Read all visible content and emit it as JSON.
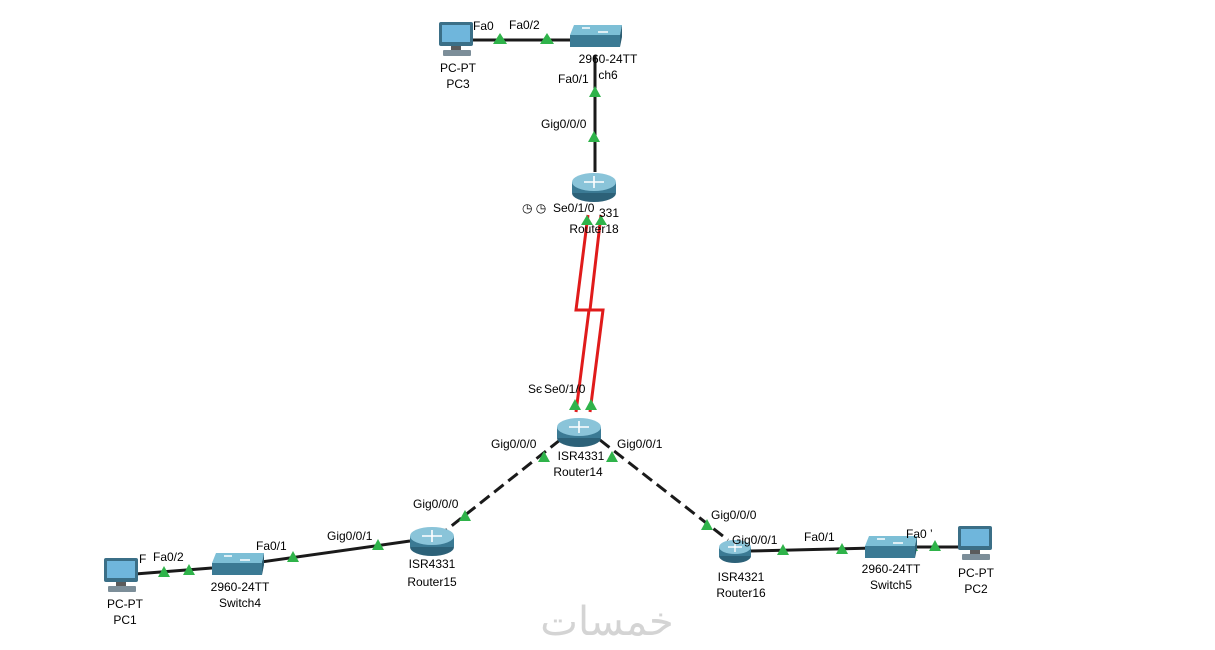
{
  "colors": {
    "cable": "#1a1a1a",
    "serial": "#e01b1b",
    "link_ok": "#2fb34a",
    "device_body": "#4a8fa8",
    "screen": "#6fb6dc"
  },
  "devices": {
    "pc3": {
      "model": "PC-PT",
      "name": "PC3"
    },
    "switch6": {
      "model": "2960-24TT",
      "name": "ch6"
    },
    "router18": {
      "model": "331",
      "name": "Router18"
    },
    "router14": {
      "model": "ISR4331",
      "name": "Router14"
    },
    "router15": {
      "model": "ISR4331",
      "name": "Router15"
    },
    "router16": {
      "model": "ISR4321",
      "name": "Router16"
    },
    "switch4": {
      "model": "2960-24TT",
      "name": "Switch4"
    },
    "switch5": {
      "model": "2960-24TT",
      "name": "Switch5"
    },
    "pc1": {
      "model": "PC-PT",
      "name": "PC1"
    },
    "pc2": {
      "model": "PC-PT",
      "name": "PC2"
    }
  },
  "ports": {
    "pc3_fa0": "Fa0",
    "sw6_fa02": "Fa0/2",
    "sw6_fa01": "Fa0/1",
    "r18_gig000": "Gig0/0/0",
    "r18_se010": "Se0/1/0",
    "r14_se_partial": "Sє",
    "r14_se010": "Se0/1/0",
    "r14_gig000": "Gig0/0/0",
    "r14_gig001": "Gig0/0/1",
    "r15_gig000": "Gig0/0/0",
    "r15_gig001": "Gig0/0/1",
    "sw4_fa01": "Fa0/1",
    "sw4_fa02": "Fa0/2",
    "pc1_f": "F",
    "r16_gig000": "Gig0/0/0",
    "r16_gig001": "Gig0/0/1",
    "sw5_fa01": "Fa0/1",
    "sw5_fa0": "Fa0 ’"
  },
  "clock_icons": "◷ ◷",
  "watermark": "خمسات"
}
